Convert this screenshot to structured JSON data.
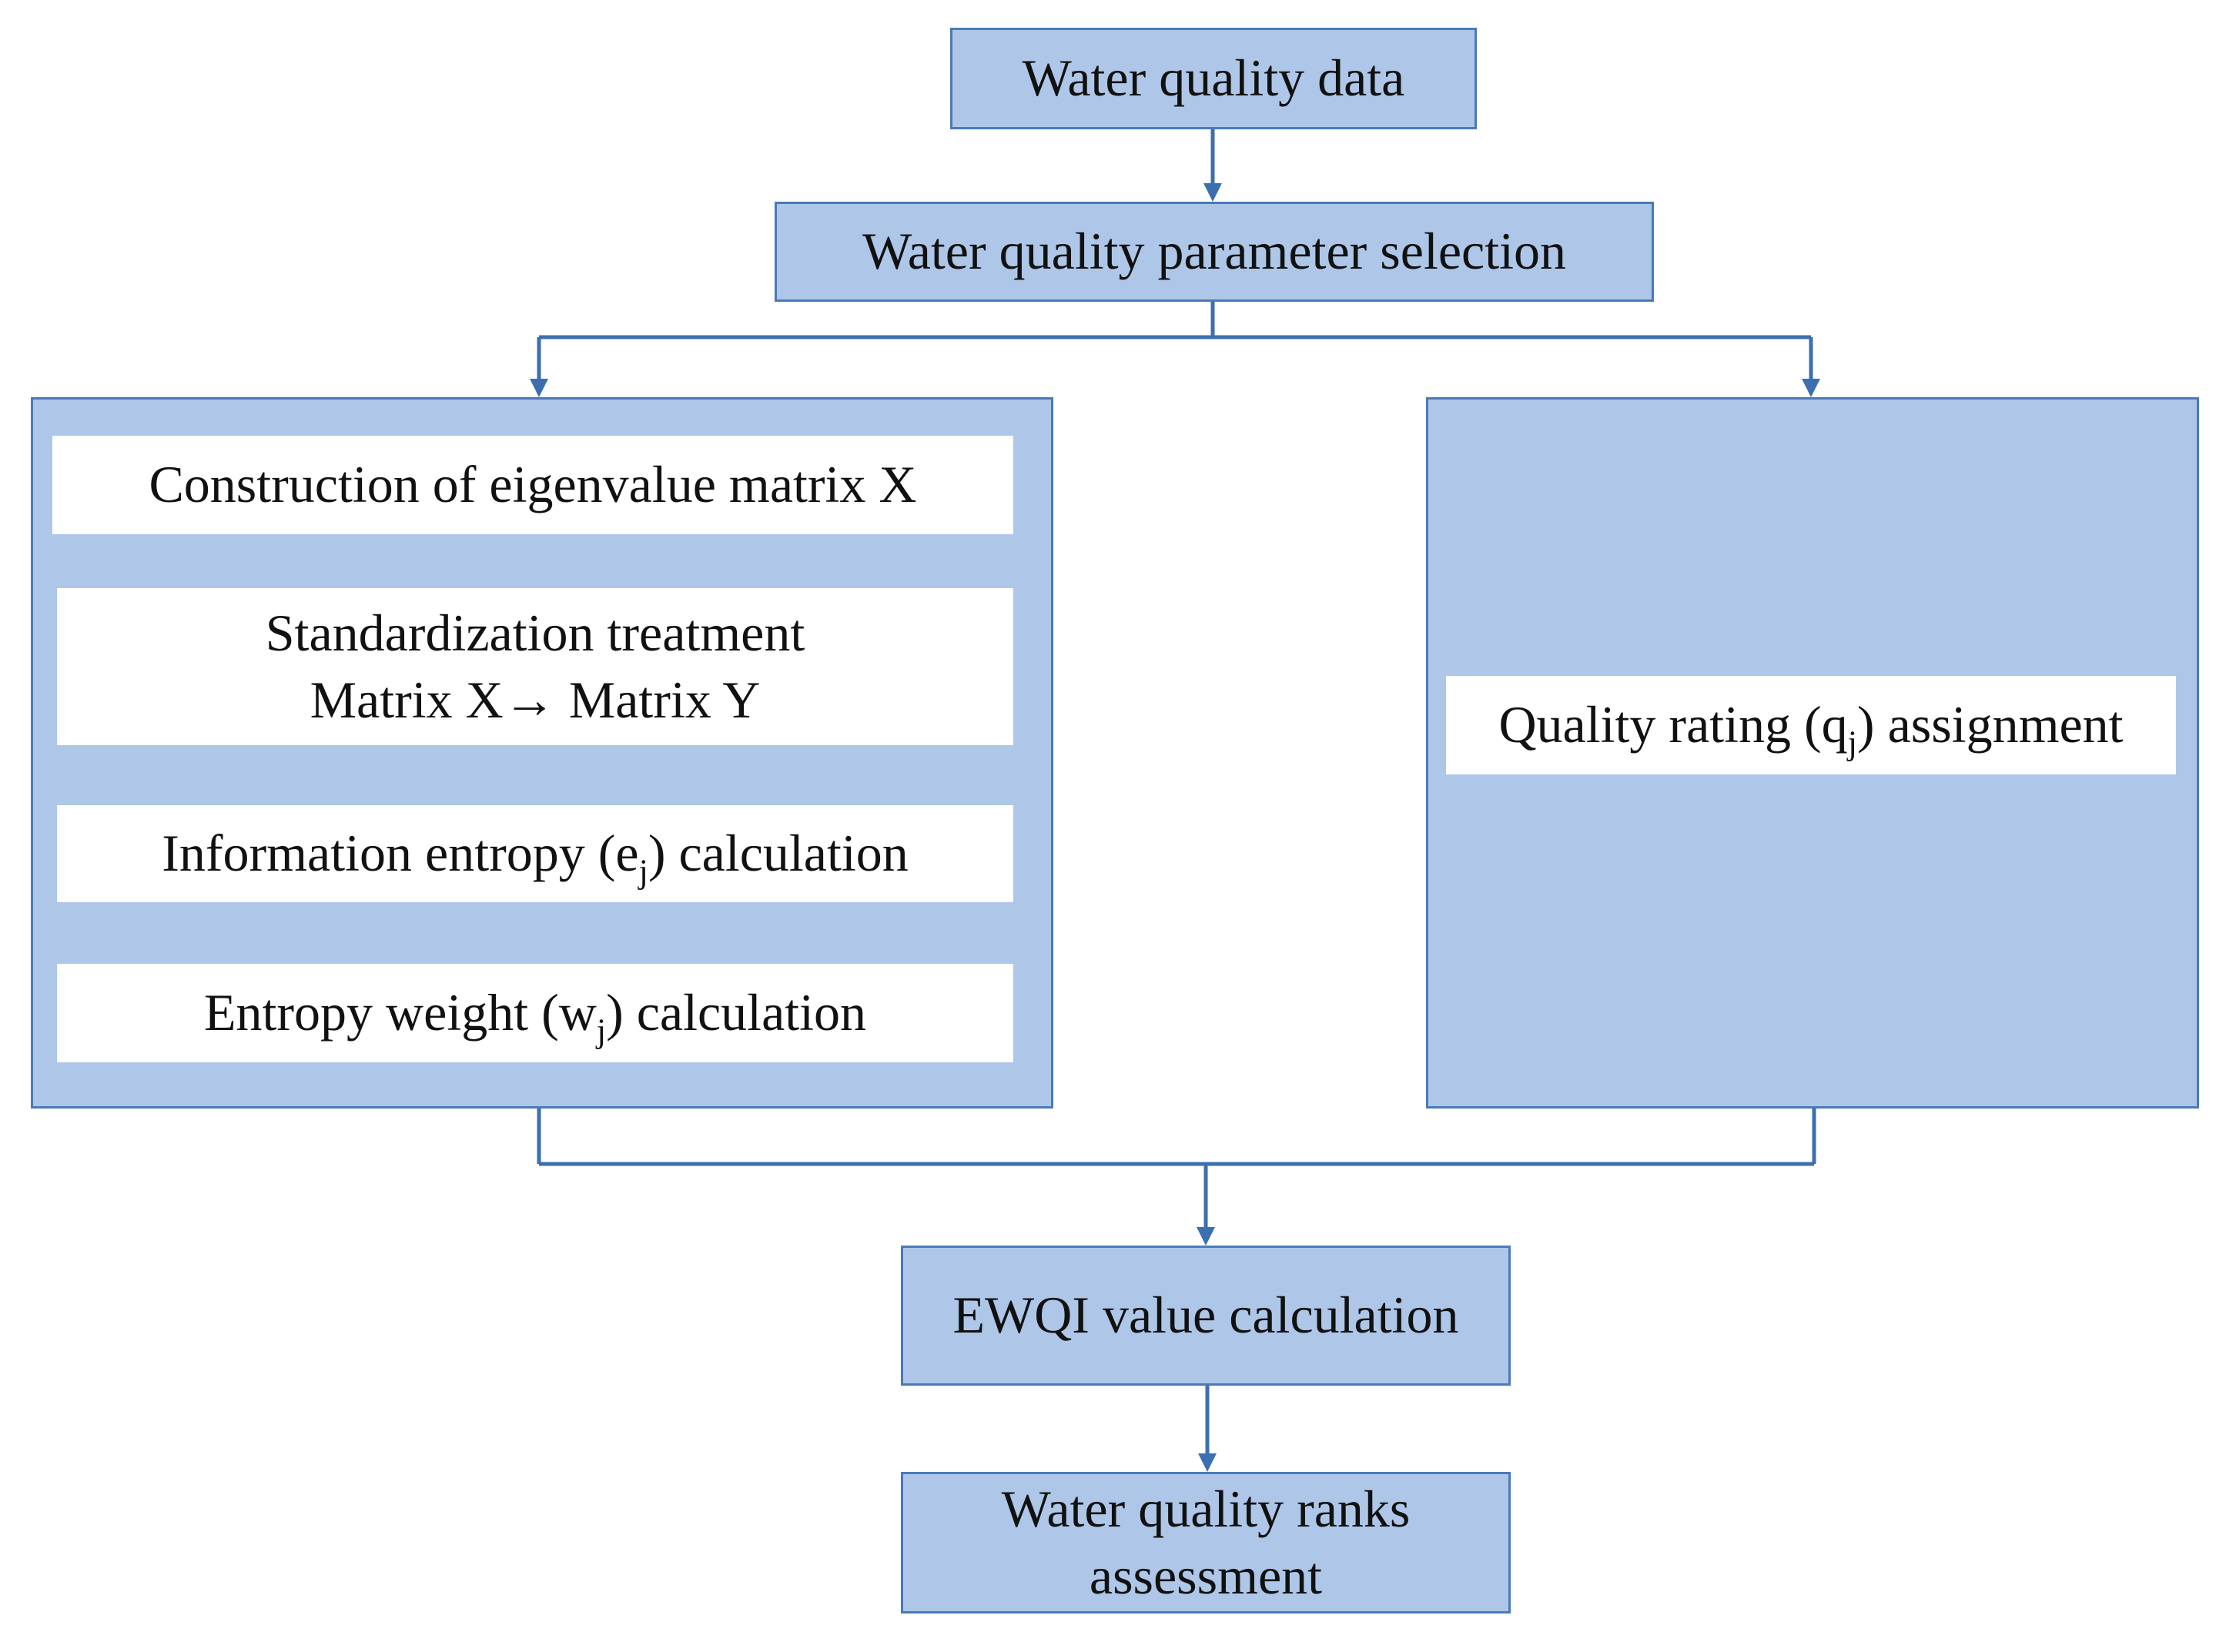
{
  "nodes": {
    "water_quality_data": "Water quality data",
    "parameter_selection": "Water quality parameter selection",
    "eigenvalue_matrix": "Construction of eigenvalue matrix X",
    "standardization_line1": "Standardization  treatment",
    "standardization_line2": "Matrix X→ Matrix Y",
    "entropy_prefix": "Information entropy (e",
    "entropy_sub": "j",
    "entropy_suffix": ") calculation",
    "weight_prefix": "Entropy weight  (w",
    "weight_sub": "j",
    "weight_suffix": ") calculation",
    "rating_prefix": "Quality rating (q",
    "rating_sub": "j",
    "rating_suffix": ") assignment",
    "ewqi": "EWQI value calculation",
    "ranks_line1": "Water quality ranks",
    "ranks_line2": "assessment"
  },
  "colors": {
    "box_fill": "#aec7e8",
    "box_border": "#4a7ab8",
    "arrow": "#3c6fb0"
  }
}
